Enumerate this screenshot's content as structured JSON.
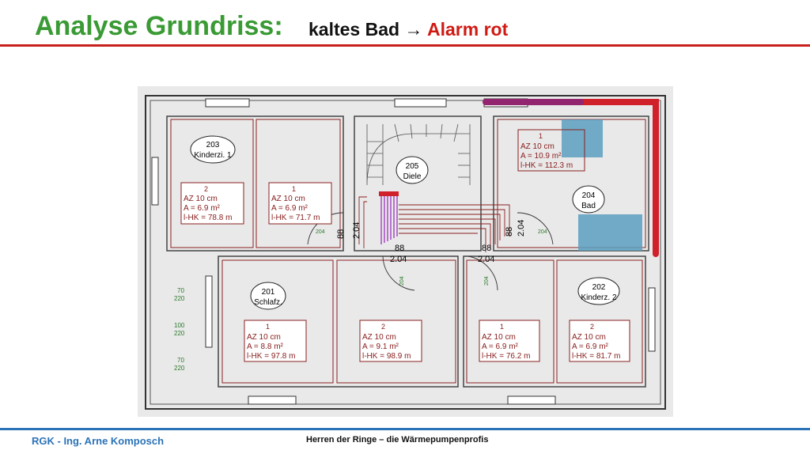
{
  "header": {
    "title": "Analyse Grundriss:",
    "subtitle_main": "kaltes Bad → ",
    "subtitle_alarm": "Alarm rot"
  },
  "footer": {
    "left": "RGK - Ing. Arne Komposch",
    "center": "Herren der Ringe – die Wärmepumpenprofis"
  },
  "colors": {
    "title": "#3a9a34",
    "alarm": "#d01a14",
    "footer_accent": "#2b73b8",
    "cold_zone": "#5a9fc0",
    "cold_pipe": "#d0202a"
  },
  "plan": {
    "rooms": [
      {
        "number": "203",
        "name": "Kinderzi. 1"
      },
      {
        "number": "205",
        "name": "Diele"
      },
      {
        "number": "204",
        "name": "Bad"
      },
      {
        "number": "201",
        "name": "Schlafz."
      },
      {
        "number": "202",
        "name": "Kinderz. 2"
      }
    ],
    "circuits": [
      {
        "no": "2",
        "az": "AZ 10 cm",
        "a": "A = 6.9 m²",
        "lhk": "l-HK = 78.8 m"
      },
      {
        "no": "1",
        "az": "AZ 10 cm",
        "a": "A = 6.9 m²",
        "lhk": "l-HK = 71.7 m"
      },
      {
        "no": "1",
        "az": "AZ 10 cm",
        "a": "A = 10.9 m²",
        "lhk": "l-HK = 112.3 m"
      },
      {
        "no": "1",
        "az": "AZ 10 cm",
        "a": "A = 8.8 m²",
        "lhk": "l-HK = 97.8 m"
      },
      {
        "no": "2",
        "az": "AZ 10 cm",
        "a": "A = 9.1 m²",
        "lhk": "l-HK = 98.9 m"
      },
      {
        "no": "1",
        "az": "AZ 10 cm",
        "a": "A = 6.9 m²",
        "lhk": "l-HK = 76.2 m"
      },
      {
        "no": "2",
        "az": "AZ 10 cm",
        "a": "A = 6.9 m²",
        "lhk": "l-HK = 81.7 m"
      }
    ],
    "doors": [
      {
        "w": "88",
        "h": "2.04"
      },
      {
        "w": "88",
        "h": "2.04"
      },
      {
        "w": "88",
        "h": "2.04"
      },
      {
        "w": "88",
        "h": "2.04"
      }
    ],
    "misc": {
      "door_tag_a": "204",
      "door_tag_b": "204",
      "door_tag_c": "204",
      "door_tag_d": "204",
      "dim_70a": "70",
      "dim_220a": "220",
      "dim_100": "100",
      "dim_220b": "220",
      "dim_70b": "70",
      "dim_220c": "220"
    }
  }
}
